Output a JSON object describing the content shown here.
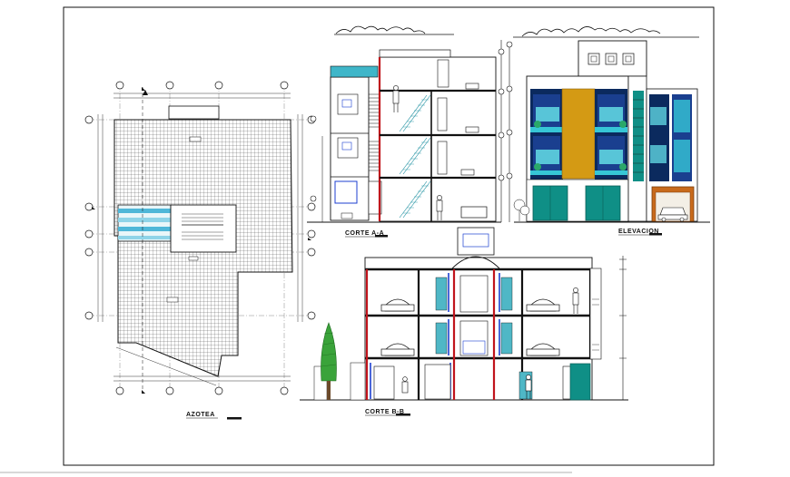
{
  "drawing": {
    "plan_title": "AZOTEA",
    "section_a_title": "CORTE A-A",
    "elevation_title": "ELEVACION",
    "section_b_title": "CORTE B-B"
  },
  "colors": {
    "line": "#111111",
    "red": "#c0141c",
    "blue": "#1c3fd0",
    "cyan": "#36c6d6",
    "teal": "#0f8f86",
    "navy": "#0b2a5e",
    "ochre": "#d49a14",
    "green": "#2aa86a",
    "plant": "#3aa33a"
  }
}
